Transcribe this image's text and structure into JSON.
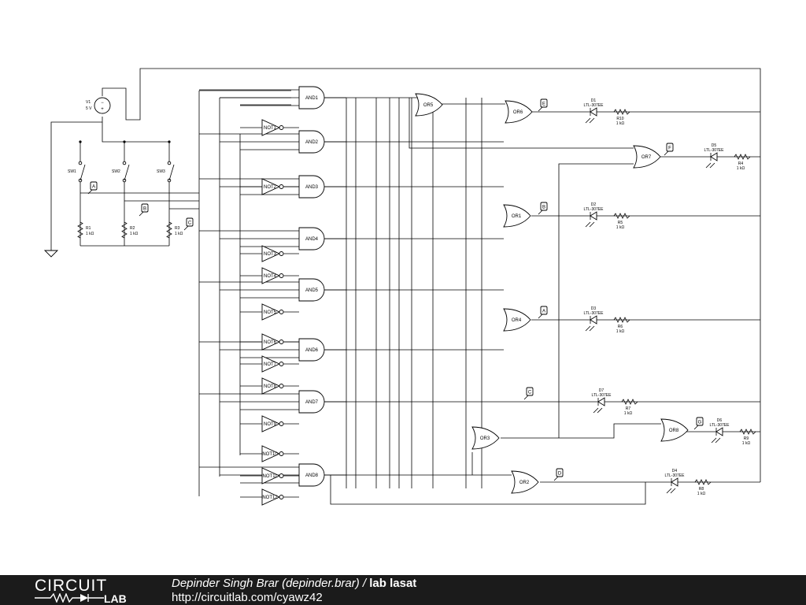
{
  "circuit": {
    "source": {
      "name": "V1",
      "value": "5 V"
    },
    "switches": [
      "SW1",
      "SW2",
      "SW3"
    ],
    "input_resistors": [
      {
        "name": "R1",
        "value": "1 kΩ"
      },
      {
        "name": "R2",
        "value": "1 kΩ"
      },
      {
        "name": "R3",
        "value": "1 kΩ"
      }
    ],
    "input_nodes": [
      "A",
      "B",
      "C"
    ],
    "and_gates": [
      "AND1",
      "AND2",
      "AND3",
      "AND4",
      "AND5",
      "AND6",
      "AND7",
      "AND8"
    ],
    "not_gates": [
      "NOT1",
      "NOT2",
      "NOT3",
      "NOT4",
      "NOT5",
      "NOT6",
      "NOT7",
      "NOT8",
      "NOT9",
      "NOT10",
      "NOT11",
      "NOT12"
    ],
    "or_gates": [
      "OR1",
      "OR2",
      "OR3",
      "OR4",
      "OR5",
      "OR6",
      "OR7",
      "OR8"
    ],
    "output_nodes": [
      "A",
      "B",
      "C",
      "D",
      "E",
      "F",
      "G"
    ],
    "leds": [
      {
        "name": "D1",
        "part": "LTL-307EE",
        "resistor": "R10",
        "value": "1 kΩ"
      },
      {
        "name": "D2",
        "part": "LTL-307EE",
        "resistor": "R5",
        "value": "1 kΩ"
      },
      {
        "name": "D3",
        "part": "LTL-307EE",
        "resistor": "R6",
        "value": "1 kΩ"
      },
      {
        "name": "D4",
        "part": "LTL-307EE",
        "resistor": "R8",
        "value": "1 kΩ"
      },
      {
        "name": "D5",
        "part": "LTL-307EE",
        "resistor": "R4",
        "value": "1 kΩ"
      },
      {
        "name": "D6",
        "part": "LTL-307EE",
        "resistor": "R9",
        "value": "1 kΩ"
      },
      {
        "name": "D7",
        "part": "LTL-307EE",
        "resistor": "R7",
        "value": "1 kΩ"
      }
    ]
  },
  "footer": {
    "logo_top": "CIRCUIT",
    "logo_bottom": "LAB",
    "author": "Depinder Singh Brar (depinder.brar)",
    "separator": " / ",
    "title": "lab lasat",
    "url": "http://circuitlab.com/cyawz42"
  }
}
